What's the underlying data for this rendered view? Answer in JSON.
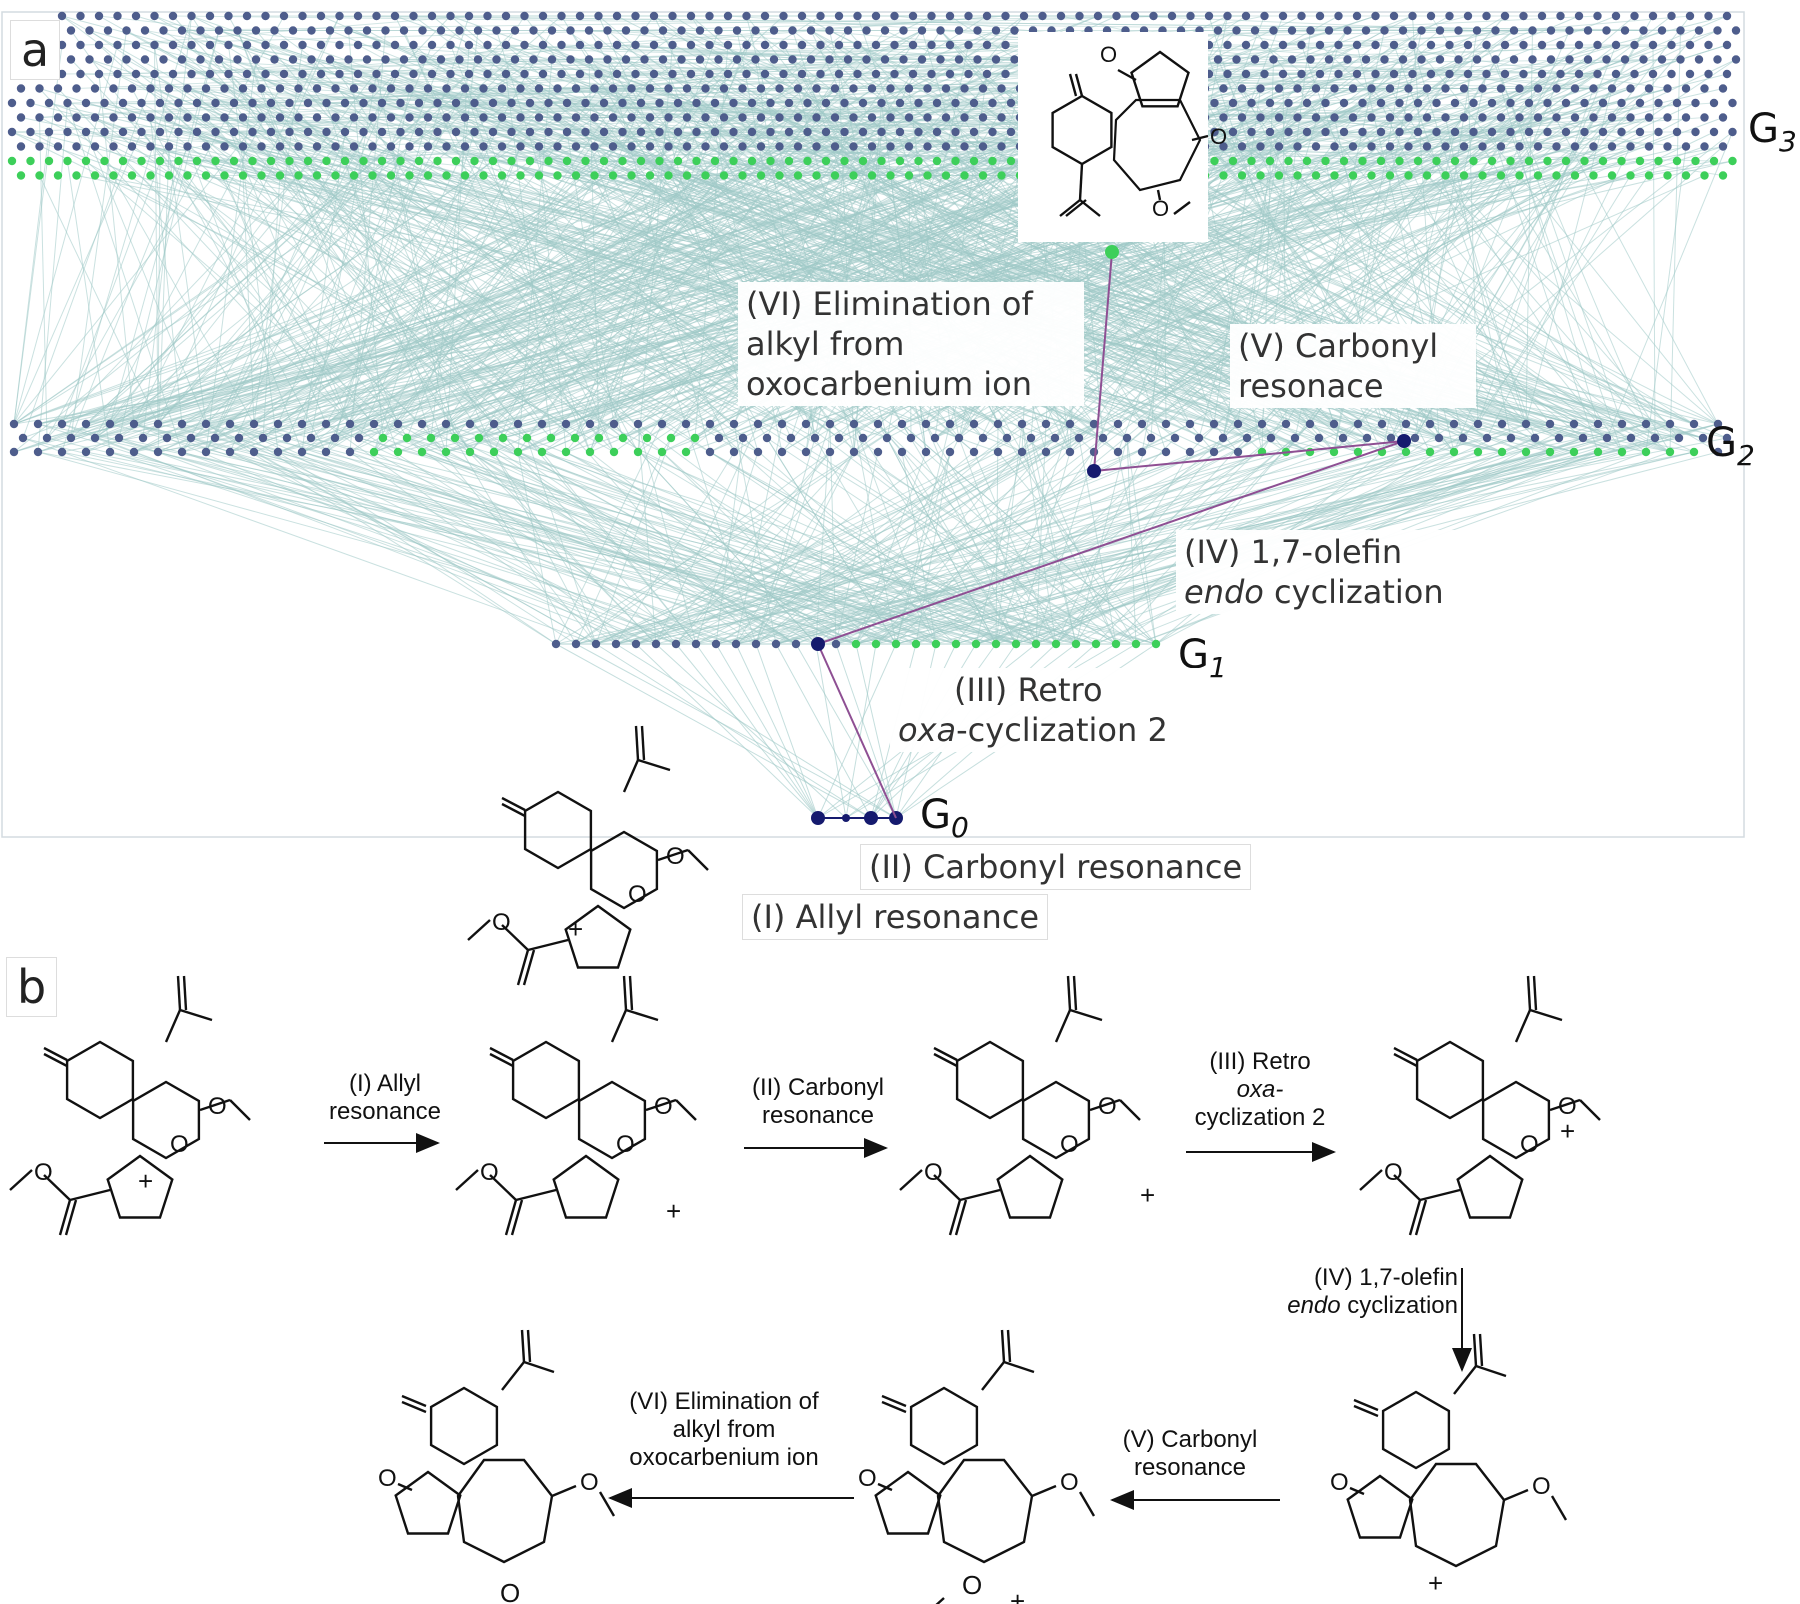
{
  "panel_a": {
    "letter": "a",
    "generations": {
      "g0": {
        "base": "G",
        "sub": "0"
      },
      "g1": {
        "base": "G",
        "sub": "1"
      },
      "g2": {
        "base": "G",
        "sub": "2"
      },
      "g3": {
        "base": "G",
        "sub": "3"
      }
    },
    "steps": {
      "s1": "(I) Allyl resonance",
      "s2": "(II) Carbonyl resonance",
      "s3_line1": "(III) Retro",
      "s3_italic": "oxa",
      "s3_rest": "-cyclization 2",
      "s4_line1": "(IV) 1,7-olefin",
      "s4_italic": "endo",
      "s4_rest": " cyclization",
      "s5_line1": "(V) Carbonyl",
      "s5_line2": "resonace",
      "s6_line1": "(VI) Elimination of",
      "s6_line2": "alkyl from",
      "s6_line3": "oxocarbenium ion"
    },
    "colors": {
      "node_blue": "#4e5d8c",
      "node_green": "#3dcf5a",
      "edge": "#9fc9c7",
      "path_node": "#151a6e",
      "path_edge": "#8e4f93",
      "panel_border": "#d4dbe0"
    },
    "atom_labels": {
      "oxygen": "O",
      "cation": "+"
    }
  },
  "panel_b": {
    "letter": "b",
    "arrows": {
      "a1_line1": "(I) Allyl",
      "a1_line2": "resonance",
      "a2_line1": "(II) Carbonyl",
      "a2_line2": "resonance",
      "a3_line1": "(III) Retro",
      "a3_line2": "oxa-",
      "a3_line3": "cyclization 2",
      "a4_line1": "(IV) 1,7-olefin",
      "a4_italic": "endo",
      "a4_rest": " cyclization",
      "a5_line1": "(V) Carbonyl",
      "a5_line2": "resonance",
      "a6_line1": "(VI) Elimination of",
      "a6_line2": "alkyl from",
      "a6_line3": "oxocarbenium ion"
    }
  }
}
